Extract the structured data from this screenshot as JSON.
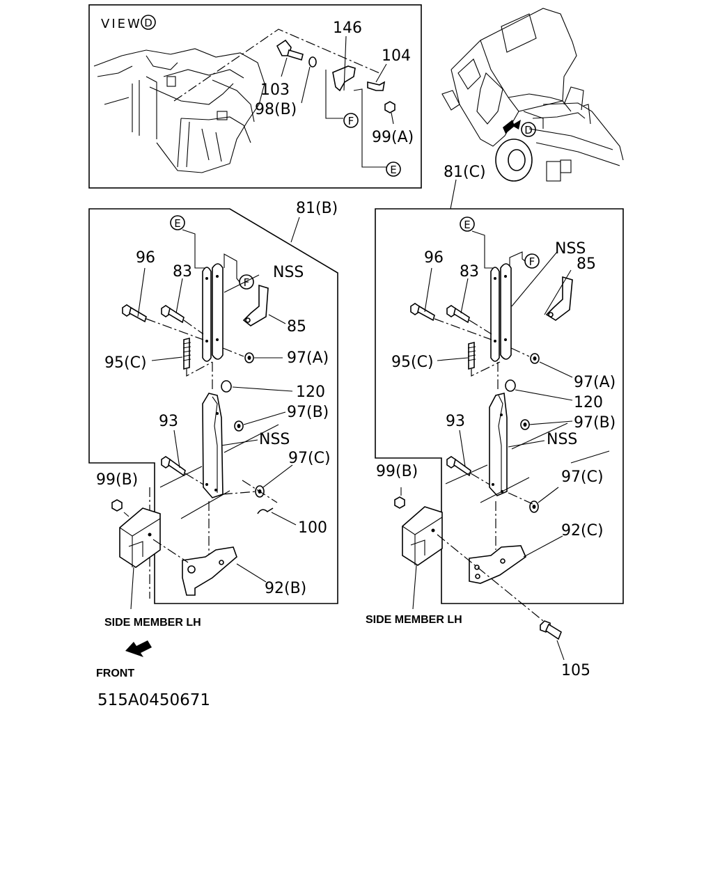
{
  "view": {
    "label": "VIEW",
    "ref": "D"
  },
  "part_labels": {
    "p146": "146",
    "p104": "104",
    "p103": "103",
    "p98b": "98(B)",
    "p99a": "99(A)",
    "p81b": "81(B)",
    "p81c": "81(C)",
    "p96": "96",
    "p83": "83",
    "p85": "85",
    "nss": "NSS",
    "p95c": "95(C)",
    "p97a": "97(A)",
    "p120": "120",
    "p97b": "97(B)",
    "p93": "93",
    "p97c": "97(C)",
    "p99b": "99(B)",
    "p100": "100",
    "p92b": "92(B)",
    "p92c": "92(C)",
    "p105": "105"
  },
  "callouts": {
    "e": "E",
    "f": "F",
    "d": "D"
  },
  "side_member_label": "SIDE MEMBER LH",
  "front_label": "FRONT",
  "drawing_number": "515A0450671"
}
